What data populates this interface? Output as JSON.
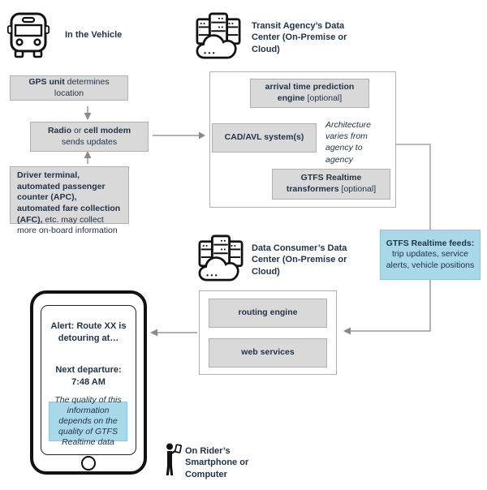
{
  "colors": {
    "text_navy": "#223449",
    "box_fill": "#d9d9d9",
    "box_border": "#b0b0b0",
    "feed_blue": "#a9d8e9",
    "line_gray": "#999999",
    "icon_black": "#111111"
  },
  "vehicle": {
    "title": "In the Vehicle",
    "gps_box": {
      "bold": "GPS unit",
      "rest": " determines location"
    },
    "radio_box": {
      "bold1": "Radio",
      "mid": " or ",
      "bold2": "cell modem",
      "line2": "sends updates"
    },
    "driver_box": {
      "bold": "Driver terminal, automated passenger counter (APC), automated fare collection (AFC),",
      "rest": " etc. may collect more on-board information"
    }
  },
  "transit": {
    "title": "Transit Agency’s Data Center (On-Premise or Cloud)",
    "arrival_box": {
      "bold": "arrival time prediction engine",
      "rest": " [optional]"
    },
    "cad_box": "CAD/AVL system(s)",
    "architecture_note": "Architecture varies from agency to agency",
    "transformers_box": {
      "bold": "GTFS Realtime transformers",
      "rest": " [optional]"
    }
  },
  "feeds_box": {
    "bold": "GTFS Realtime feeds:",
    "rest": " trip updates, service alerts, vehicle positions"
  },
  "consumer": {
    "title": "Data Consumer’s Data Center (On-Premise or Cloud)",
    "routing_box": "routing engine",
    "web_box": "web services"
  },
  "phone": {
    "alert_text": "Alert: Route XX is detouring at…",
    "departure_label": "Next departure:",
    "departure_time": "7:48 AM",
    "quality_note": "The quality of this information depends on the quality of GTFS Realtime data"
  },
  "rider": {
    "title": "On Rider’s Smartphone or Computer"
  }
}
